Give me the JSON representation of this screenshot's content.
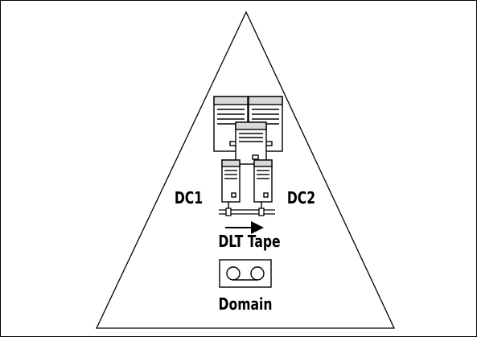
{
  "diagram": {
    "labels": {
      "dc1": "DC1",
      "dc2": "DC2",
      "tape": "DLT Tape",
      "domain": "Domain"
    },
    "colors": {
      "stroke": "#000000",
      "fill": "#ffffff",
      "shade": "#d8d8d8"
    },
    "icons": [
      "server-cluster-icon",
      "domain-controller-server-icon",
      "tape-cartridge-icon",
      "arrow-icon",
      "domain-triangle"
    ]
  }
}
